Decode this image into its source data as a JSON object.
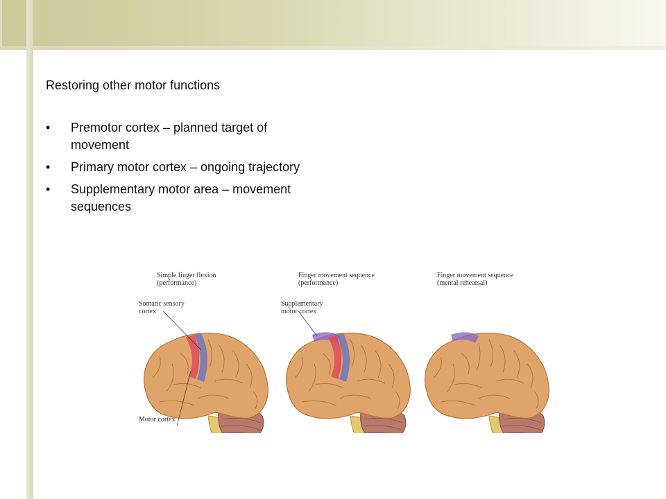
{
  "slide": {
    "title": "Restoring other motor functions",
    "bullets": [
      {
        "marker": "•",
        "text": "Premotor cortex – planned target of movement"
      },
      {
        "marker": "•",
        "text": "Primary motor cortex – ongoing trajectory"
      },
      {
        "marker": "•",
        "text": "Supplementary motor area – movement sequences"
      }
    ]
  },
  "figure": {
    "panels": [
      {
        "heading": "Simple finger flexion\n(performance)"
      },
      {
        "heading": "Finger movement sequence\n(performance)"
      },
      {
        "heading": "Finger movement sequence\n(mental rehearsal)"
      }
    ],
    "labels": {
      "somatic": "Somatic sensory\ncortex",
      "supplementary": "Supplementary\nmotor cortex",
      "motor": "Motor cortex"
    },
    "colors": {
      "brain": "#e0a46a",
      "gyri_lines": "#b8743a",
      "cerebellum": "#b8786a",
      "brainstem": "#e6c86e",
      "activation_red": "#e0405a",
      "activation_blue": "#6070c8",
      "activation_purple": "#8a6cc0"
    }
  }
}
